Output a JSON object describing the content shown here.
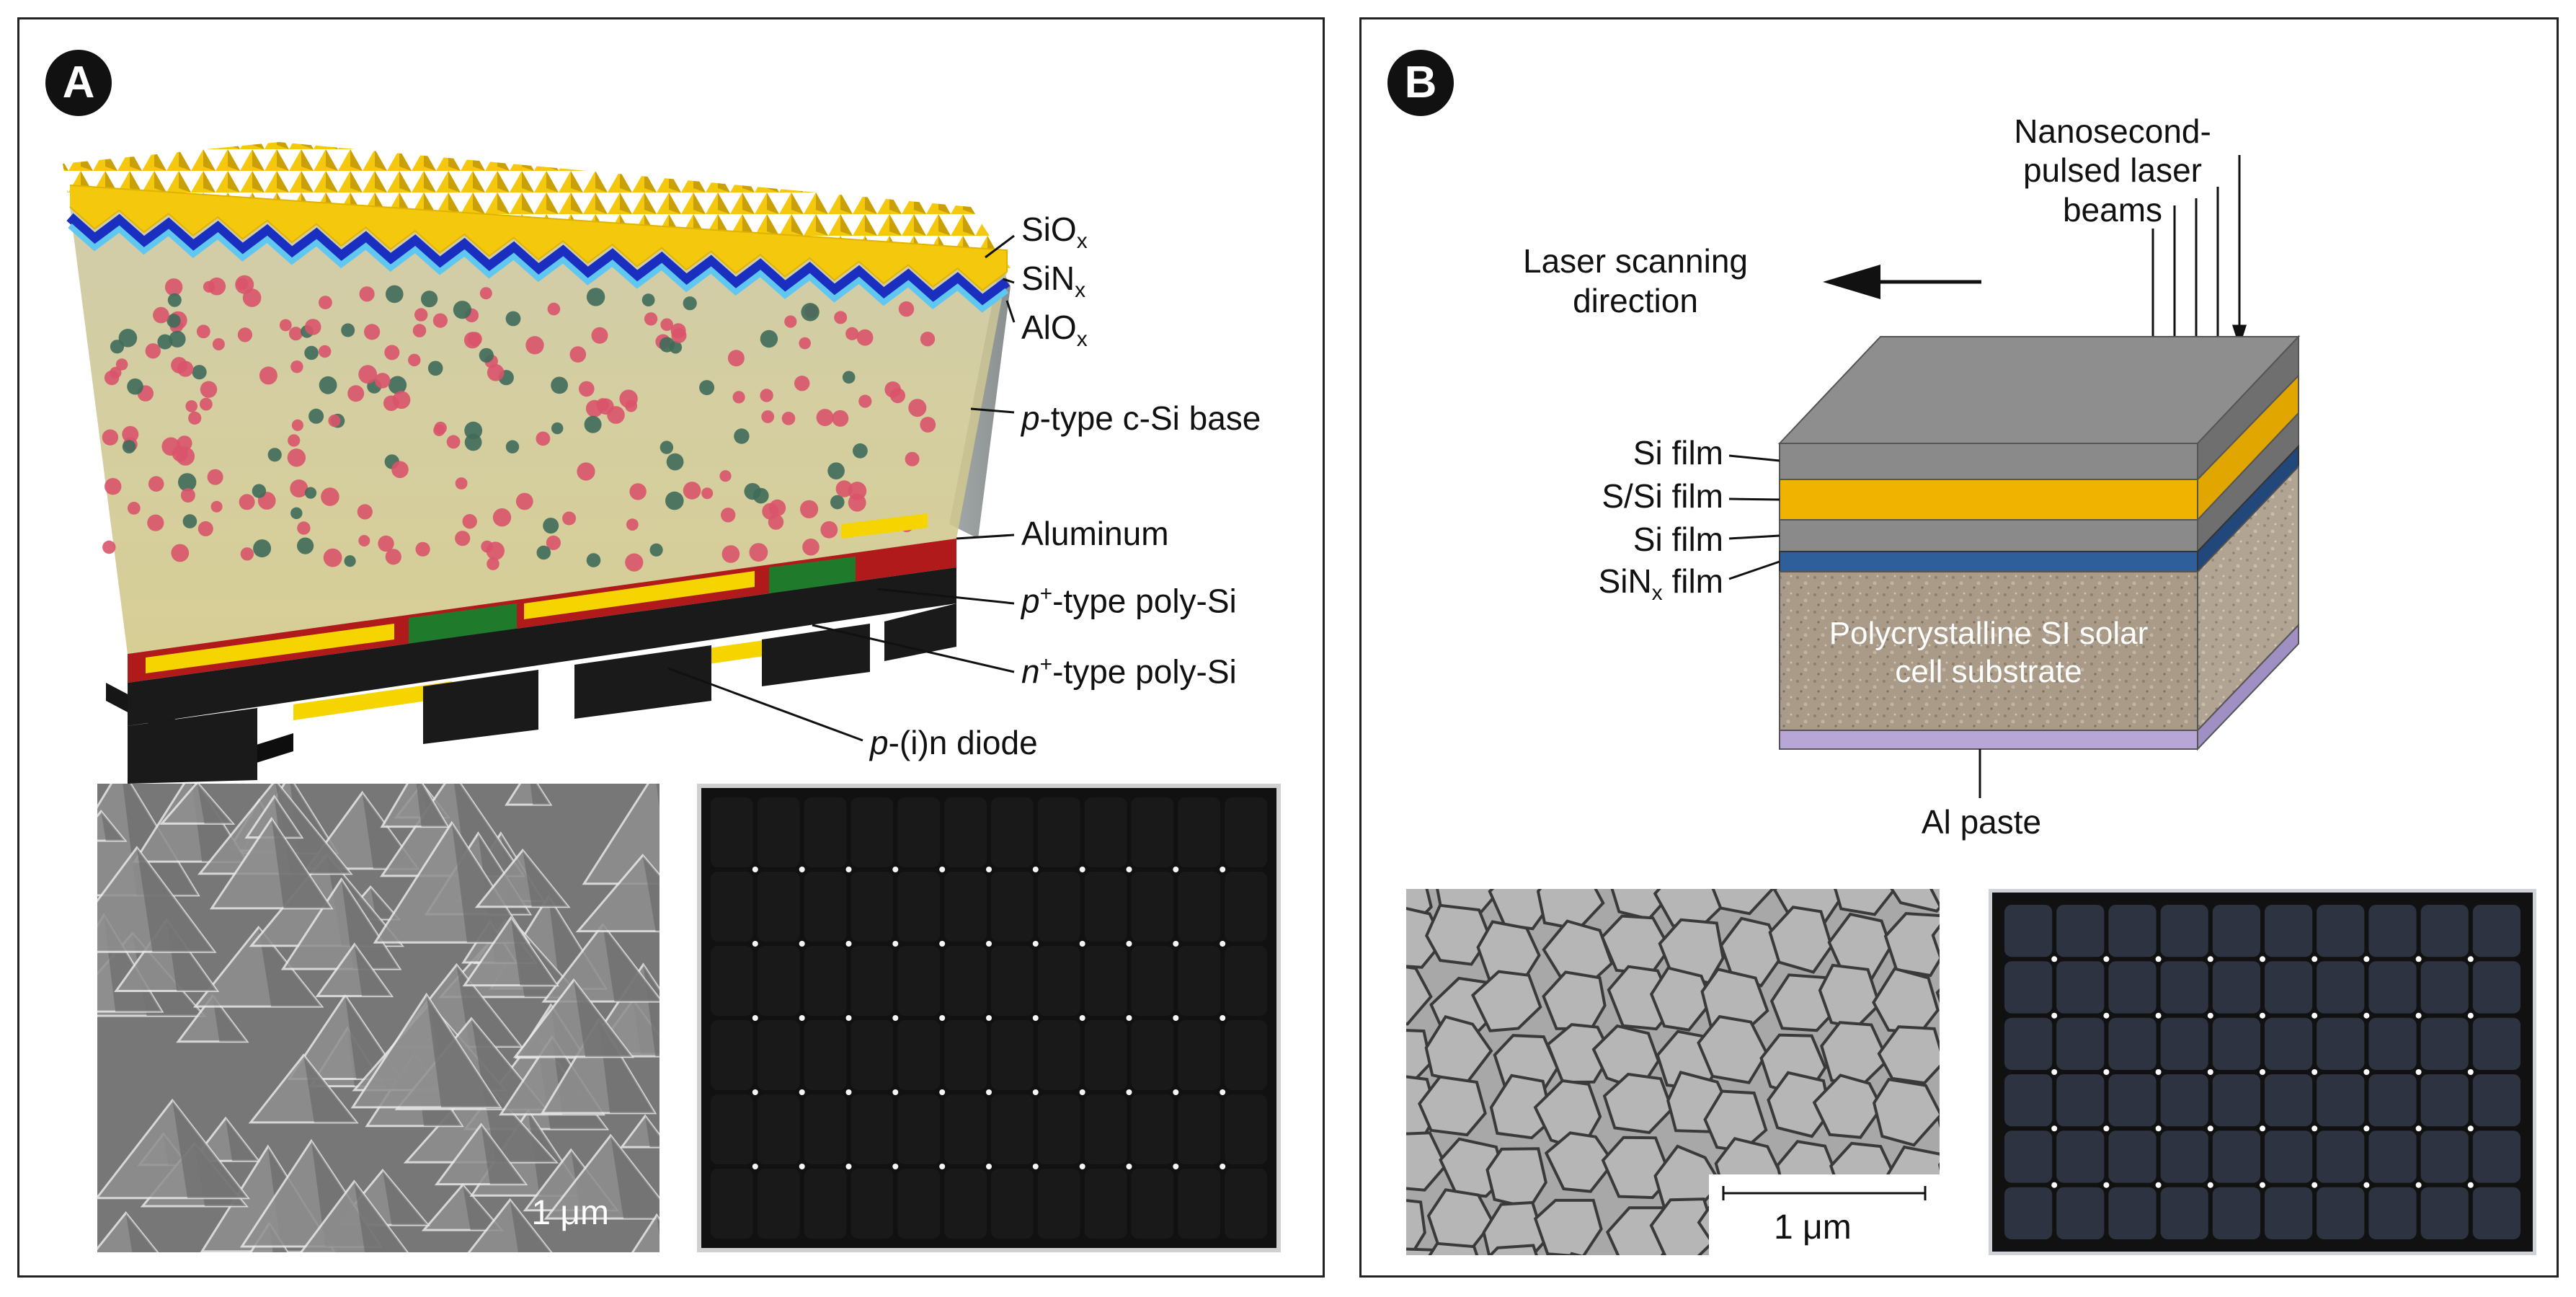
{
  "panels": {
    "a": {
      "badge": "A",
      "labels": {
        "siox": "SiO",
        "siox_sub": "x",
        "sinx": "SiN",
        "sinx_sub": "x",
        "alox": "AlO",
        "alox_sub": "x",
        "ptype_prefix": "p",
        "ptype_rest": "-type c-Si base",
        "aluminum": "Aluminum",
        "pplus_prefix": "p",
        "pplus_sup": "+",
        "pplus_rest": "-type poly-Si",
        "nplus_prefix": "n",
        "nplus_sup": "+",
        "nplus_rest": "-type poly-Si",
        "diode_prefix": "p",
        "diode_rest": "-(i)n diode"
      },
      "sem_scale": "1 μm"
    },
    "b": {
      "badge": "B",
      "labels": {
        "beams": "Nanosecond-\npulsed laser\nbeams",
        "beam_line1": "Nanosecond-",
        "beam_line2": "pulsed laser",
        "beam_line3": "beams",
        "scan_line1": "Laser scanning",
        "scan_line2": "direction",
        "si_film_top": "Si film",
        "ssi_film": "S/Si film",
        "si_film_bottom": "Si film",
        "sinx_film_main": "SiN",
        "sinx_film_sub": "x",
        "sinx_film_rest": " film",
        "substrate_line1": "Polycrystalline SI solar",
        "substrate_line2": "cell substrate",
        "al_paste": "Al paste"
      },
      "sem_scale": "1 μm"
    }
  },
  "colors": {
    "yellow_texture": "#f2c80f",
    "blue_layer": "#1a2fbf",
    "light_blue_layer": "#5fc7f0",
    "base_translucent": "#b9b48a",
    "red_dots": "#d9546a",
    "green_dots": "#3f6b5a",
    "p_plus_red": "#b01a1a",
    "n_plus_green": "#1f7a2c",
    "contact_yellow": "#f5d400",
    "black_back": "#1a1a1a",
    "gray_si": "#8a8a8a",
    "gold_ssi": "#f0b400",
    "sinx_blue": "#2f5f9a",
    "al_paste_purple": "#b7a6d6",
    "substrate_tan": "#a89a86"
  }
}
